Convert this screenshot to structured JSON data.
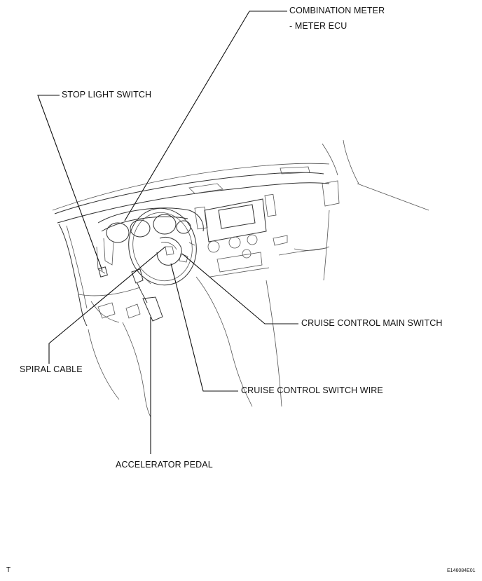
{
  "callouts": {
    "combination_meter": "COMBINATION METER",
    "meter_ecu": "- METER ECU",
    "stop_light_switch": "STOP LIGHT SWITCH",
    "cruise_control_main_switch": "CRUISE CONTROL MAIN SWITCH",
    "spiral_cable": "SPIRAL CABLE",
    "cruise_control_switch_wire": "CRUISE CONTROL SWITCH WIRE",
    "accelerator_pedal": "ACCELERATOR PEDAL"
  },
  "footer": {
    "corner_mark": "T",
    "figure_code": "E146084E01"
  }
}
